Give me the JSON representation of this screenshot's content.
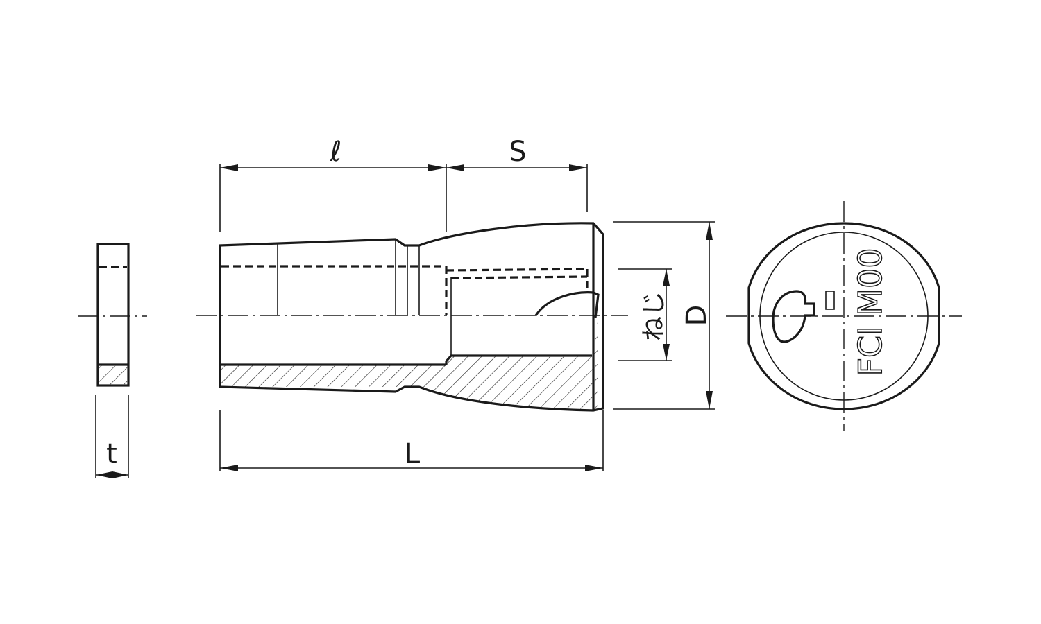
{
  "dimensions": {
    "l_label": "ℓ",
    "s_label": "S",
    "L_label": "L",
    "D_label": "D",
    "t_label": "t",
    "thread_label": "ねじ"
  },
  "end_view": {
    "marking_text": "FCI M00"
  },
  "colors": {
    "line": "#1a1a1a",
    "background": "#ffffff"
  }
}
